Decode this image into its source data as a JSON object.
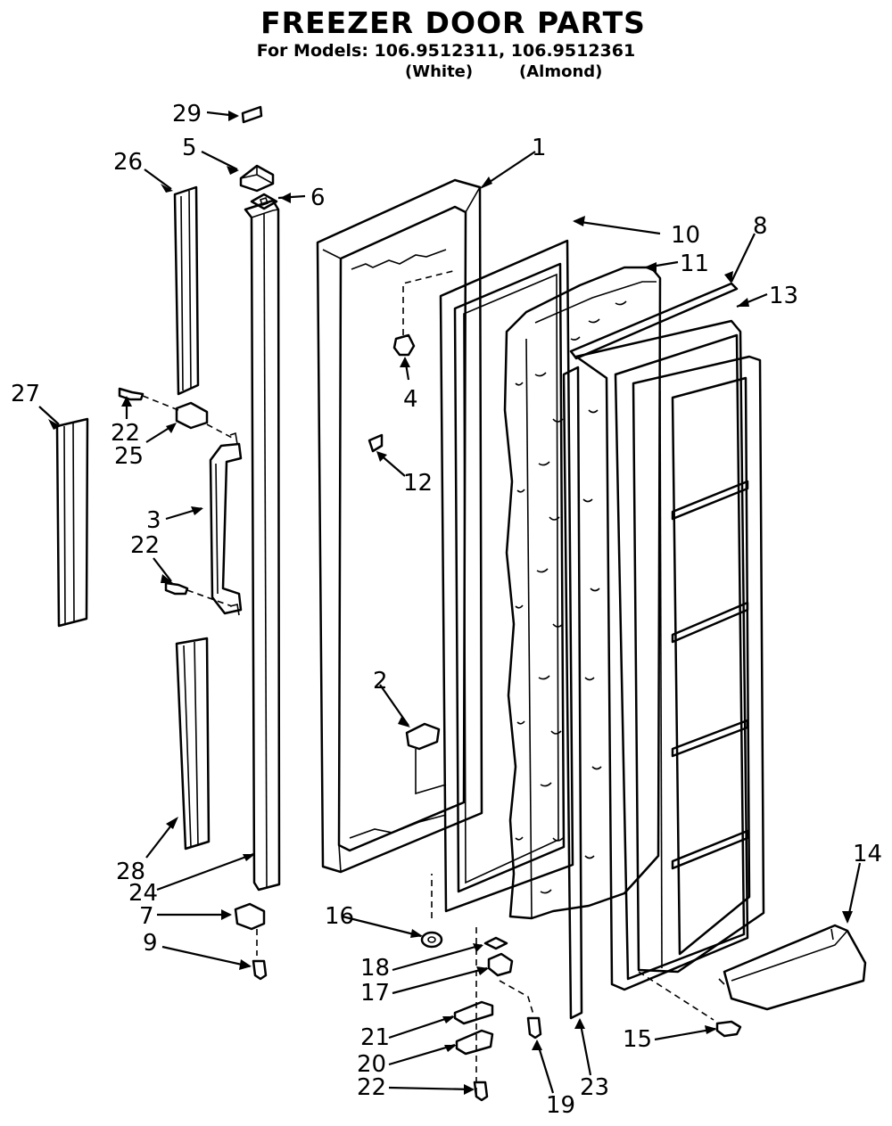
{
  "header": {
    "title": "FREEZER DOOR PARTS",
    "models": "For Models: 106.9512311, 106.9512361",
    "color_white": "(White)",
    "color_almond": "(Almond)"
  },
  "callouts": [
    {
      "id": "c29",
      "label": "29"
    },
    {
      "id": "c5",
      "label": "5"
    },
    {
      "id": "c26",
      "label": "26"
    },
    {
      "id": "c6",
      "label": "6"
    },
    {
      "id": "c1",
      "label": "1"
    },
    {
      "id": "c10",
      "label": "10"
    },
    {
      "id": "c8",
      "label": "8"
    },
    {
      "id": "c11",
      "label": "11"
    },
    {
      "id": "c13",
      "label": "13"
    },
    {
      "id": "c4",
      "label": "4"
    },
    {
      "id": "c27",
      "label": "27"
    },
    {
      "id": "c22a",
      "label": "22"
    },
    {
      "id": "c25",
      "label": "25"
    },
    {
      "id": "c12",
      "label": "12"
    },
    {
      "id": "c3",
      "label": "3"
    },
    {
      "id": "c22b",
      "label": "22"
    },
    {
      "id": "c2",
      "label": "2"
    },
    {
      "id": "c28",
      "label": "28"
    },
    {
      "id": "c24",
      "label": "24"
    },
    {
      "id": "c14",
      "label": "14"
    },
    {
      "id": "c7",
      "label": "7"
    },
    {
      "id": "c16",
      "label": "16"
    },
    {
      "id": "c9",
      "label": "9"
    },
    {
      "id": "c18",
      "label": "18"
    },
    {
      "id": "c17",
      "label": "17"
    },
    {
      "id": "c15",
      "label": "15"
    },
    {
      "id": "c21",
      "label": "21"
    },
    {
      "id": "c20",
      "label": "20"
    },
    {
      "id": "c22c",
      "label": "22"
    },
    {
      "id": "c23",
      "label": "23"
    },
    {
      "id": "c19",
      "label": "19"
    }
  ]
}
